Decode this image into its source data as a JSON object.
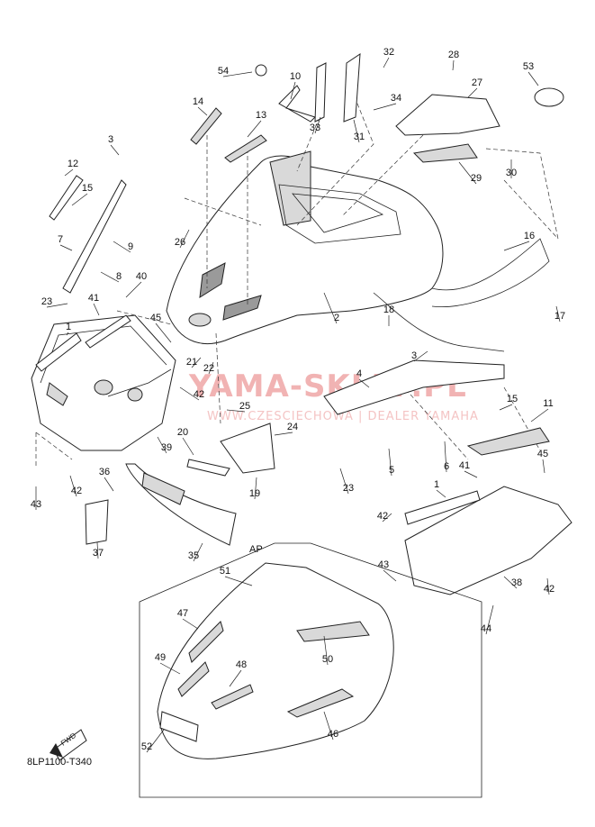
{
  "diagram_code": "8LP1100-T340",
  "inset_label": "AP",
  "fwd_label": "FWD",
  "watermark": {
    "brand": "YAMA-SKLEP.PL",
    "tagline": "WWW.CZESCIECHOWA | DEALER YAMAHA"
  },
  "colors": {
    "watermark": "#f1b3b3",
    "line": "#222222",
    "shade": "#d9d9d9"
  },
  "callouts": [
    {
      "id": "c1",
      "label": "1"
    },
    {
      "id": "c1b",
      "label": "1"
    },
    {
      "id": "c2",
      "label": "2"
    },
    {
      "id": "c3",
      "label": "3"
    },
    {
      "id": "c3b",
      "label": "3"
    },
    {
      "id": "c4",
      "label": "4"
    },
    {
      "id": "c5",
      "label": "5"
    },
    {
      "id": "c6",
      "label": "6"
    },
    {
      "id": "c7",
      "label": "7"
    },
    {
      "id": "c8",
      "label": "8"
    },
    {
      "id": "c9",
      "label": "9"
    },
    {
      "id": "c10",
      "label": "10"
    },
    {
      "id": "c11",
      "label": "11"
    },
    {
      "id": "c12",
      "label": "12"
    },
    {
      "id": "c13",
      "label": "13"
    },
    {
      "id": "c14",
      "label": "14"
    },
    {
      "id": "c15",
      "label": "15"
    },
    {
      "id": "c15b",
      "label": "15"
    },
    {
      "id": "c16",
      "label": "16"
    },
    {
      "id": "c17",
      "label": "17"
    },
    {
      "id": "c18",
      "label": "18"
    },
    {
      "id": "c19",
      "label": "19"
    },
    {
      "id": "c20",
      "label": "20"
    },
    {
      "id": "c21",
      "label": "21"
    },
    {
      "id": "c22",
      "label": "22"
    },
    {
      "id": "c23",
      "label": "23"
    },
    {
      "id": "c23b",
      "label": "23"
    },
    {
      "id": "c24",
      "label": "24"
    },
    {
      "id": "c25",
      "label": "25"
    },
    {
      "id": "c26",
      "label": "26"
    },
    {
      "id": "c27",
      "label": "27"
    },
    {
      "id": "c28",
      "label": "28"
    },
    {
      "id": "c29",
      "label": "29"
    },
    {
      "id": "c30",
      "label": "30"
    },
    {
      "id": "c31",
      "label": "31"
    },
    {
      "id": "c32",
      "label": "32"
    },
    {
      "id": "c33",
      "label": "33"
    },
    {
      "id": "c34",
      "label": "34"
    },
    {
      "id": "c35",
      "label": "35"
    },
    {
      "id": "c36",
      "label": "36"
    },
    {
      "id": "c37",
      "label": "37"
    },
    {
      "id": "c38",
      "label": "38"
    },
    {
      "id": "c39",
      "label": "39"
    },
    {
      "id": "c40",
      "label": "40"
    },
    {
      "id": "c41",
      "label": "41"
    },
    {
      "id": "c41b",
      "label": "41"
    },
    {
      "id": "c42",
      "label": "42"
    },
    {
      "id": "c42b",
      "label": "42"
    },
    {
      "id": "c42c",
      "label": "42"
    },
    {
      "id": "c42d",
      "label": "42"
    },
    {
      "id": "c43",
      "label": "43"
    },
    {
      "id": "c43b",
      "label": "43"
    },
    {
      "id": "c44",
      "label": "44"
    },
    {
      "id": "c45",
      "label": "45"
    },
    {
      "id": "c45b",
      "label": "45"
    },
    {
      "id": "c46",
      "label": "46"
    },
    {
      "id": "c47",
      "label": "47"
    },
    {
      "id": "c48",
      "label": "48"
    },
    {
      "id": "c49",
      "label": "49"
    },
    {
      "id": "c50",
      "label": "50"
    },
    {
      "id": "c51",
      "label": "51"
    },
    {
      "id": "c52",
      "label": "52"
    },
    {
      "id": "c53",
      "label": "53"
    },
    {
      "id": "c54",
      "label": "54"
    }
  ]
}
